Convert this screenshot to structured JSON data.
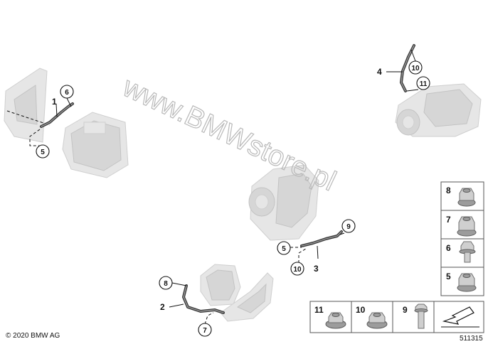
{
  "callouts": {
    "c1": "1",
    "c2": "2",
    "c3": "3",
    "c4": "4",
    "c5a": "5",
    "c5b": "5",
    "c6": "6",
    "c7": "7",
    "c8": "8",
    "c9": "9",
    "c10a": "10",
    "c10b": "10",
    "c11": "11"
  },
  "parts_grid": {
    "cells": [
      {
        "key": "p8",
        "label": "8",
        "icon": "flange-nut-icon"
      },
      {
        "key": "p7",
        "label": "7",
        "icon": "flange-nut-icon"
      },
      {
        "key": "p6",
        "label": "6",
        "icon": "bolt-icon"
      },
      {
        "key": "p5",
        "label": "5",
        "icon": "nut-icon"
      },
      {
        "key": "p11",
        "label": "11",
        "icon": "washer-nut-icon"
      },
      {
        "key": "p10",
        "label": "10",
        "icon": "flange-nut-icon"
      },
      {
        "key": "p9",
        "label": "9",
        "icon": "bolt-icon"
      }
    ],
    "arrow_icon": "arrow-icon"
  },
  "watermark": "www.BMWstore.pl",
  "copyright": "© 2020 BMW AG",
  "diagram_number": "511315"
}
